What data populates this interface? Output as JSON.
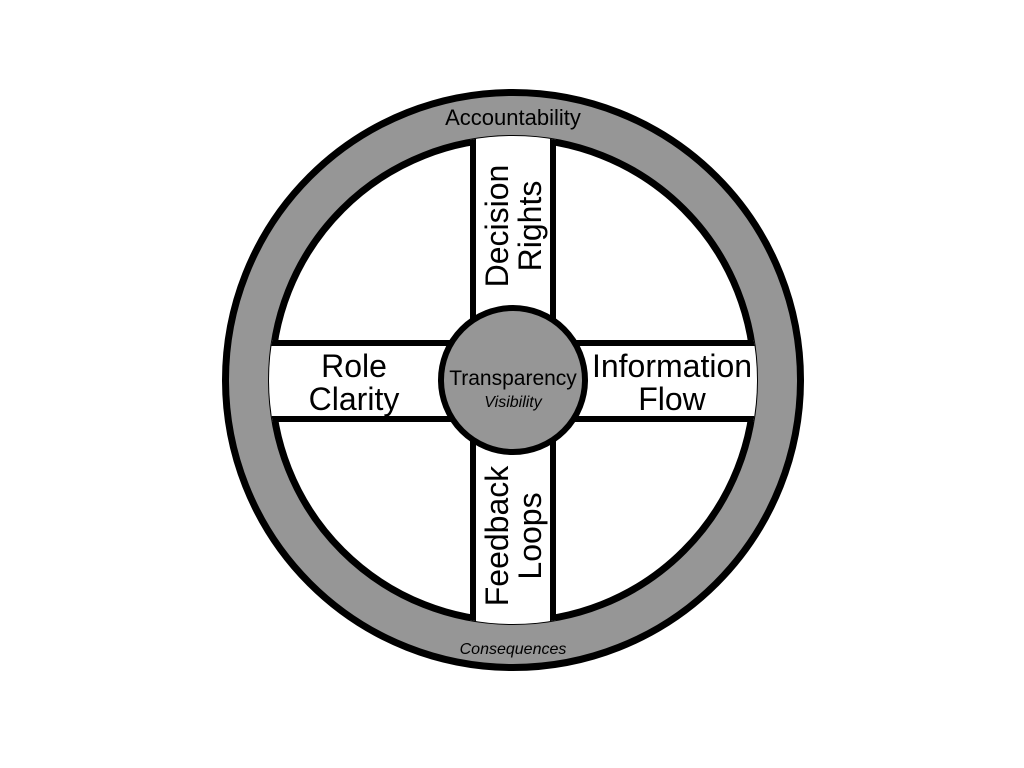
{
  "wheel": {
    "rim": {
      "top_label": "Accountability",
      "bottom_label": "Consequences"
    },
    "hub": {
      "label": "Transparency",
      "sublabel": "Visibility"
    },
    "spokes": {
      "top": {
        "line1": "Decision",
        "line2": "Rights"
      },
      "right": {
        "line1": "Information",
        "line2": "Flow"
      },
      "bottom": {
        "line1": "Feedback",
        "line2": "Loops"
      },
      "left": {
        "line1": "Role",
        "line2": "Clarity"
      }
    },
    "colors": {
      "rim_fill": "#969696",
      "hub_fill": "#969696",
      "spoke_fill": "#ffffff",
      "stroke": "#000000",
      "canvas": "#ffffff"
    }
  }
}
